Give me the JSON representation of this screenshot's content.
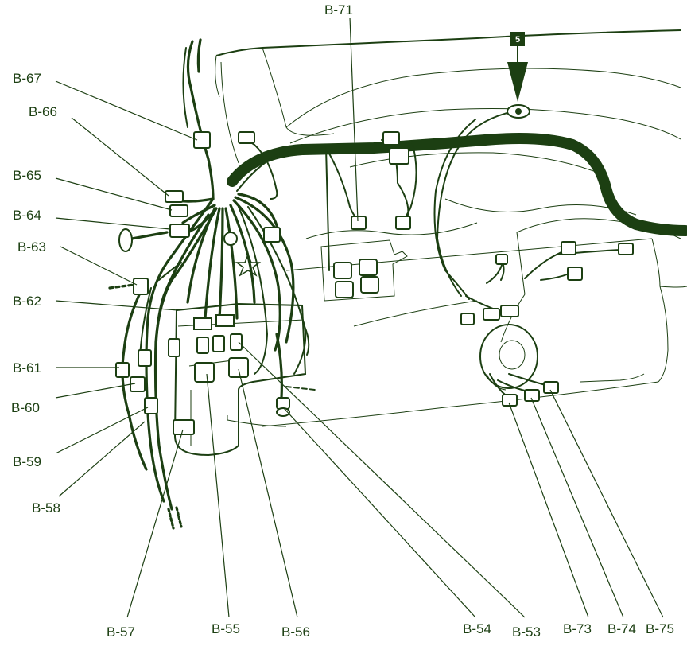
{
  "diagram": {
    "marker": "5",
    "labels": {
      "b71": "B-71",
      "b67": "B-67",
      "b66": "B-66",
      "b65": "B-65",
      "b64": "B-64",
      "b63": "B-63",
      "b62": "B-62",
      "b61": "B-61",
      "b60": "B-60",
      "b59": "B-59",
      "b58": "B-58",
      "b57": "B-57",
      "b55": "B-55",
      "b56": "B-56",
      "b54": "B-54",
      "b53": "B-53",
      "b73": "B-73",
      "b74": "B-74",
      "b75": "B-75"
    }
  },
  "colors": {
    "ink": "#1c3f12",
    "paper": "#ffffff"
  }
}
